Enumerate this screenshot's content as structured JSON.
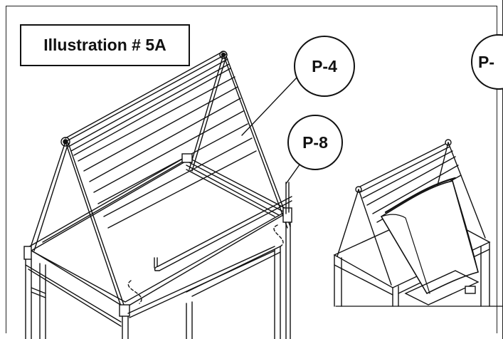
{
  "illustration": {
    "title": "Illustration # 5A"
  },
  "callouts": [
    {
      "id": "p4",
      "label": "P-4"
    },
    {
      "id": "p8",
      "label": "P-8"
    },
    {
      "id": "p-cut",
      "label": "P-"
    }
  ],
  "colors": {
    "line": "#111111",
    "background": "#ffffff"
  }
}
